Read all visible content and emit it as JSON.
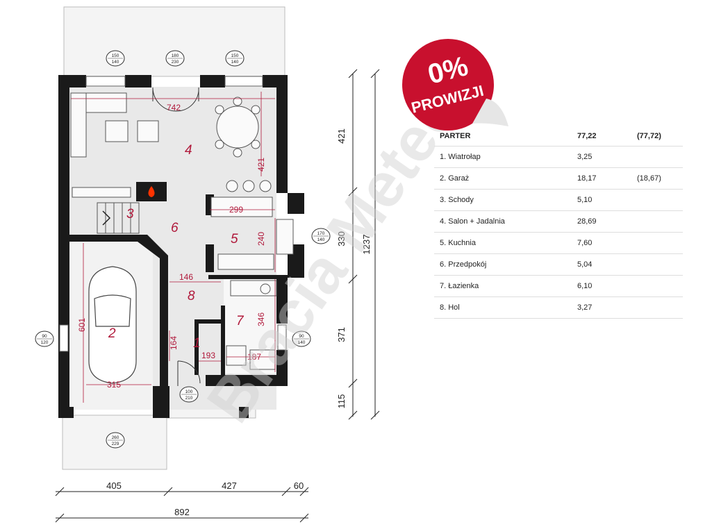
{
  "floor": {
    "dim_total_height": "1237",
    "dim_segments_right": [
      "421",
      "330",
      "371",
      "115"
    ],
    "dim_bottom_segments": [
      "405",
      "427",
      "60"
    ],
    "dim_bottom_total": "892",
    "interior_dims": {
      "d742": "742",
      "d421": "421",
      "d299": "299",
      "d240": "240",
      "d146": "146",
      "d346": "346",
      "d601": "601",
      "d164": "164",
      "d193": "193",
      "d187": "187",
      "d315": "315"
    },
    "rooms": {
      "r1": "1",
      "r2": "2",
      "r3": "3",
      "r4": "4",
      "r5": "5",
      "r6": "6",
      "r7": "7",
      "r8": "8"
    },
    "window_tags": {
      "w_top_left": [
        "150",
        "140"
      ],
      "w_top_door": [
        "180",
        "230"
      ],
      "w_top_right": [
        "150",
        "140"
      ],
      "w_kitchen": [
        "170",
        "140"
      ],
      "w_left": [
        "90",
        "120"
      ],
      "w_bath": [
        "90",
        "140"
      ],
      "w_entry": [
        "100",
        "210"
      ],
      "w_garage": [
        "260",
        "229"
      ]
    },
    "watermark": "Bracia Meteon",
    "fireplace_color": "#ff3300"
  },
  "badge": {
    "line1": "0%",
    "line2": "PROWIZJI",
    "color": "#c8102e"
  },
  "table": {
    "header": {
      "name": "PARTER",
      "net": "77,22",
      "gross": "(77,72)"
    },
    "rows": [
      {
        "name": "1. Wiatrołap",
        "net": "3,25",
        "gross": ""
      },
      {
        "name": "2. Garaż",
        "net": "18,17",
        "gross": "(18,67)"
      },
      {
        "name": "3. Schody",
        "net": "5,10",
        "gross": ""
      },
      {
        "name": "4. Salon + Jadalnia",
        "net": "28,69",
        "gross": ""
      },
      {
        "name": "5. Kuchnia",
        "net": "7,60",
        "gross": ""
      },
      {
        "name": "6. Przedpokój",
        "net": "5,04",
        "gross": ""
      },
      {
        "name": "7. Łazienka",
        "net": "6,10",
        "gross": ""
      },
      {
        "name": "8. Hol",
        "net": "3,27",
        "gross": ""
      }
    ]
  }
}
